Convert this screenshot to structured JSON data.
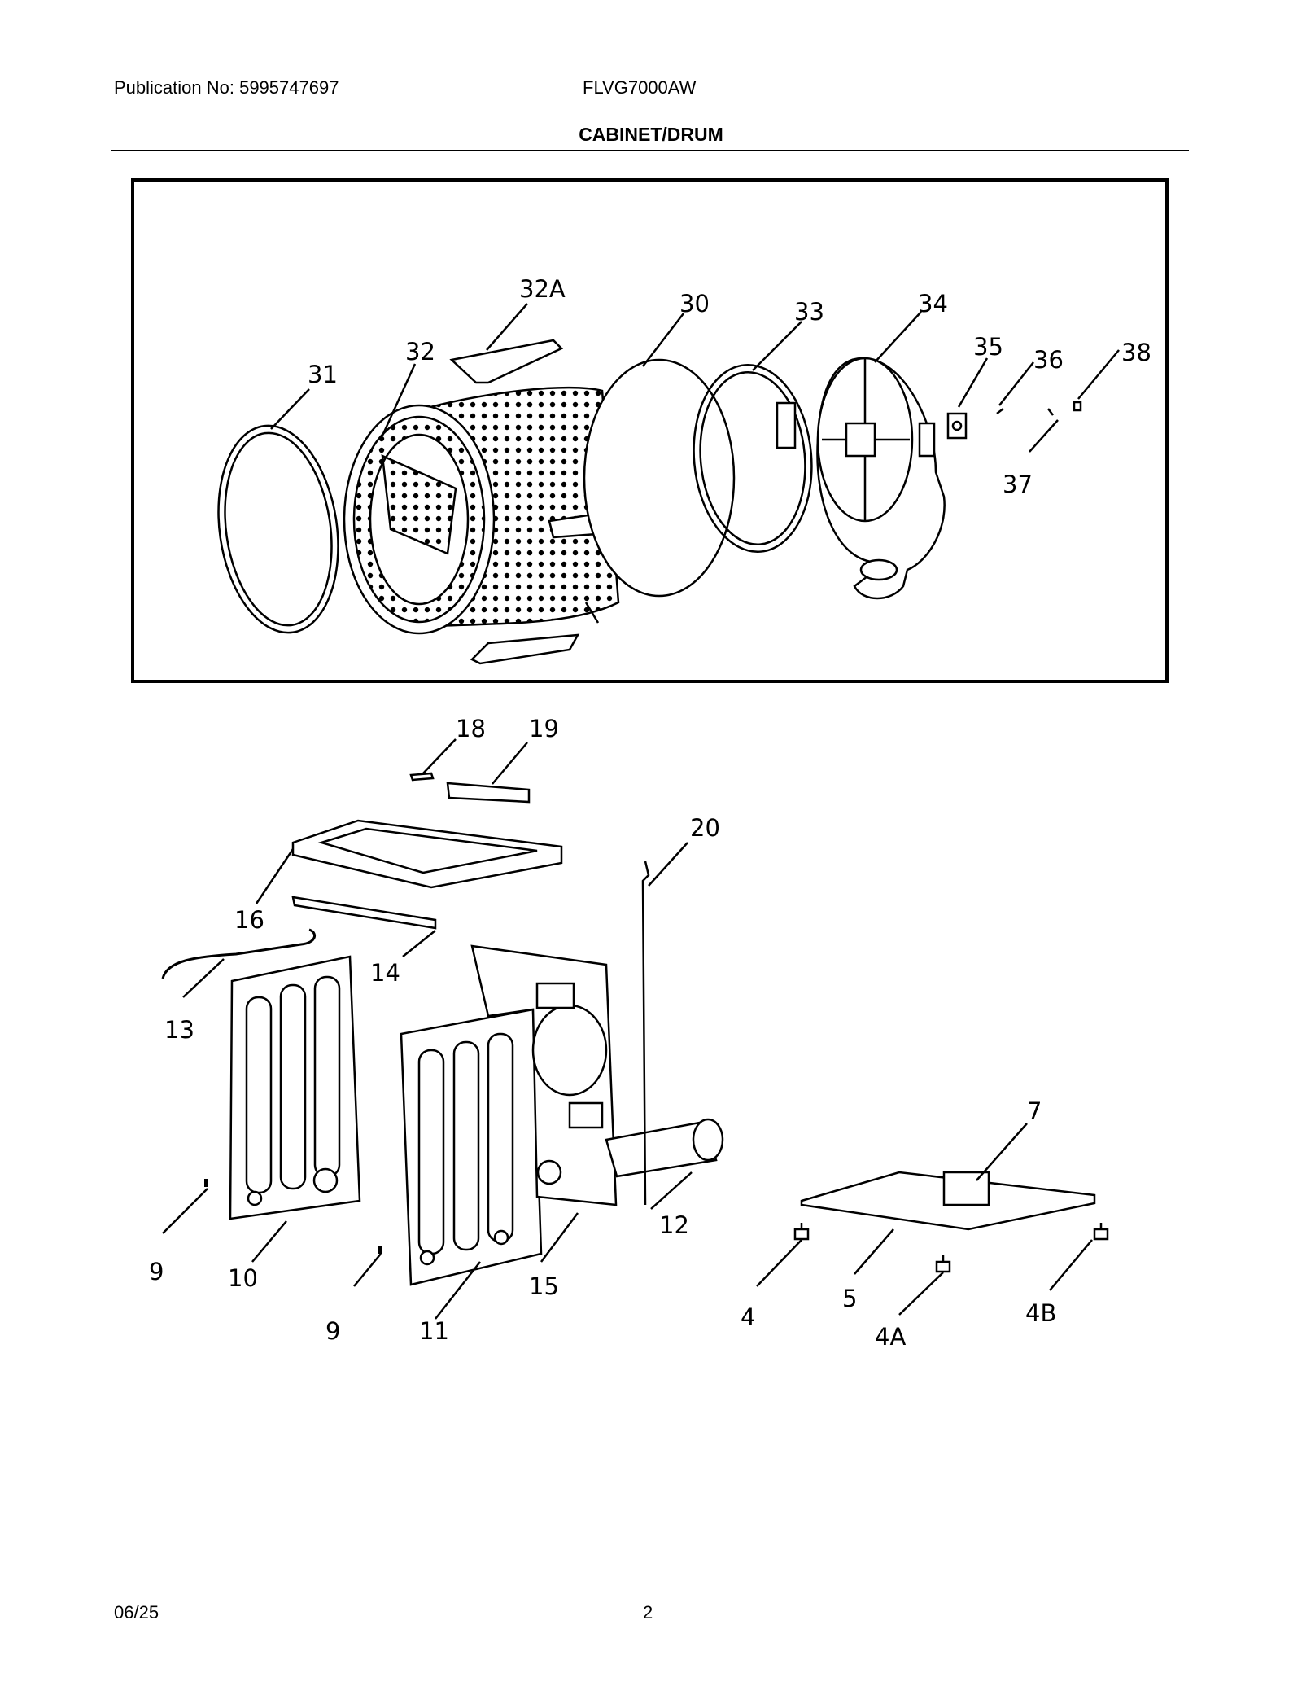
{
  "header": {
    "publication": "Publication No: 5995747697",
    "model": "FLVG7000AW",
    "section_title": "CABINET/DRUM"
  },
  "footer": {
    "date": "06/25",
    "page_number": "2"
  },
  "callouts": {
    "c31": "31",
    "c32": "32",
    "c32a": "32A",
    "c30": "30",
    "c33": "33",
    "c34": "34",
    "c35": "35",
    "c36": "36",
    "c37": "37",
    "c38": "38",
    "c18": "18",
    "c19": "19",
    "c20": "20",
    "c16": "16",
    "c14": "14",
    "c13": "13",
    "c9a": "9",
    "c10": "10",
    "c9b": "9",
    "c11": "11",
    "c15": "15",
    "c12": "12",
    "c7": "7",
    "c4": "4",
    "c5": "5",
    "c4a": "4A",
    "c4b": "4B"
  }
}
